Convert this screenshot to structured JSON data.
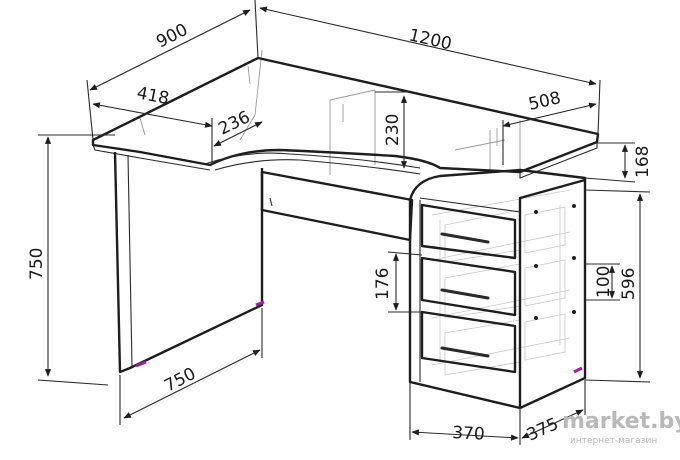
{
  "dimensions": {
    "depth": "900",
    "width": "1200",
    "left_depth": "418",
    "right_depth": "508",
    "niche_width": "236",
    "niche_height": "230",
    "height": "750",
    "leg_depth": "750",
    "top_drawer_height": "168",
    "drawer_height": "176",
    "inner_drawer_height": "100",
    "pedestal_height": "596",
    "pedestal_width": "370",
    "pedestal_depth": "375"
  },
  "watermark": {
    "brand": "market.by",
    "tagline": "интернет-магазин"
  },
  "colors": {
    "line": "#1e1e1e",
    "foot_accent": "#a020a0",
    "watermark": "#b9b9b9"
  }
}
